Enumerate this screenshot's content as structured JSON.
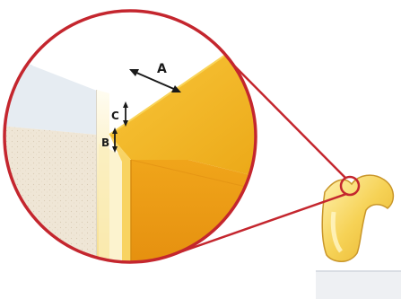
{
  "labels": {
    "a": "A",
    "b": "B",
    "c": "C"
  },
  "colors": {
    "outline_red": "#c4262e",
    "porcelain_yellow": "#f2b31c",
    "porcelain_dark": "#e79a12",
    "gap_white": "#ffffff",
    "die_white": "#e9eef3",
    "die_stone": "#efe6d6",
    "arrow": "#1a1a1a"
  },
  "icons": [
    "double-arrow-icon",
    "magnifier-circle-icon"
  ]
}
